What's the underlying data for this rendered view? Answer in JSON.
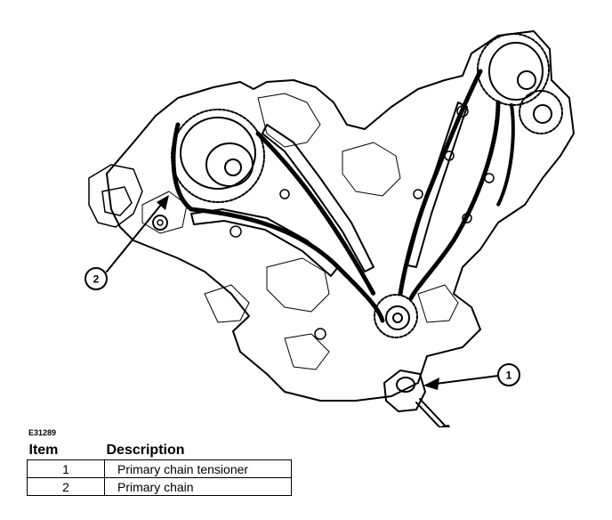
{
  "figure_id": "E31289",
  "callouts": [
    {
      "number": "1"
    },
    {
      "number": "2"
    }
  ],
  "legend": {
    "header_item": "Item",
    "header_description": "Description",
    "rows": [
      {
        "item": "1",
        "description": "Primary chain tensioner"
      },
      {
        "item": "2",
        "description": "Primary chain"
      }
    ]
  }
}
